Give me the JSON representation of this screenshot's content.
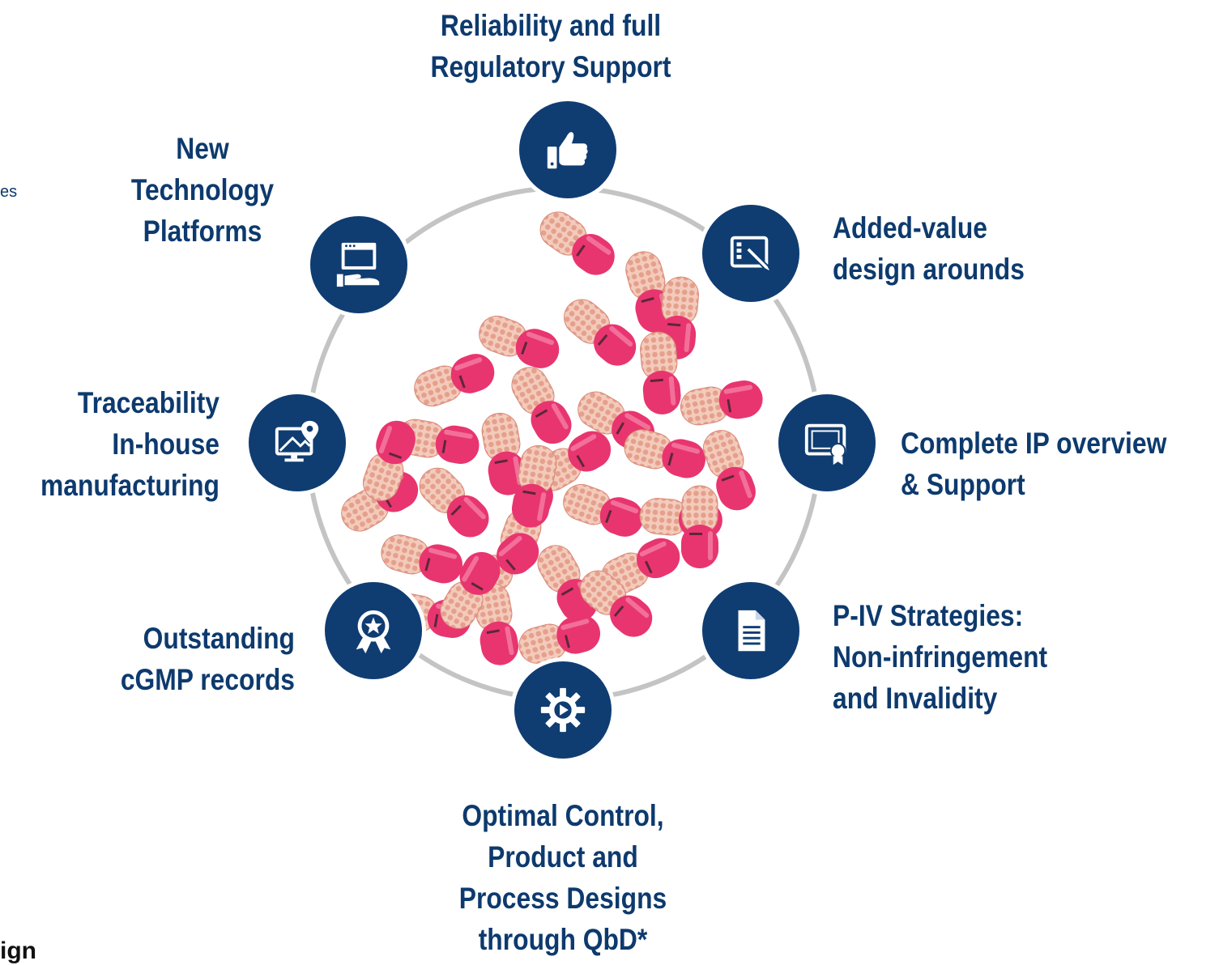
{
  "colors": {
    "brand_navy": "#0f3d72",
    "label_navy": "#0d3a6e",
    "ring_gray": "#c4c4c4",
    "capsule_pink": "#e8356f",
    "pellet": "#e9a892"
  },
  "cut_text_top": "es",
  "cut_text_bottom": "ign",
  "hub": {
    "image": "pink-capsules-photo"
  },
  "nodes": [
    {
      "icon": "thumbs-up-icon",
      "lines": [
        "Reliability and full",
        "Regulatory Support"
      ]
    },
    {
      "icon": "tablet-pen-icon",
      "lines": [
        "Added-value",
        "design arounds"
      ]
    },
    {
      "icon": "certificate-icon",
      "lines": [
        "Complete IP overview",
        "& Support"
      ]
    },
    {
      "icon": "document-icon",
      "lines": [
        "P-IV Strategies:",
        "Non-infringement",
        "and Invalidity"
      ]
    },
    {
      "icon": "gear-play-icon",
      "lines": [
        "Optimal Control,",
        "Product and",
        "Process Designs",
        "through QbD*"
      ]
    },
    {
      "icon": "award-star-icon",
      "lines": [
        "Outstanding",
        "cGMP records"
      ]
    },
    {
      "icon": "monitor-map-pin-icon",
      "lines": [
        "Traceability",
        "In-house",
        "manufacturing"
      ]
    },
    {
      "icon": "computer-hand-icon",
      "lines": [
        "New",
        "Technology",
        "Platforms"
      ]
    }
  ]
}
